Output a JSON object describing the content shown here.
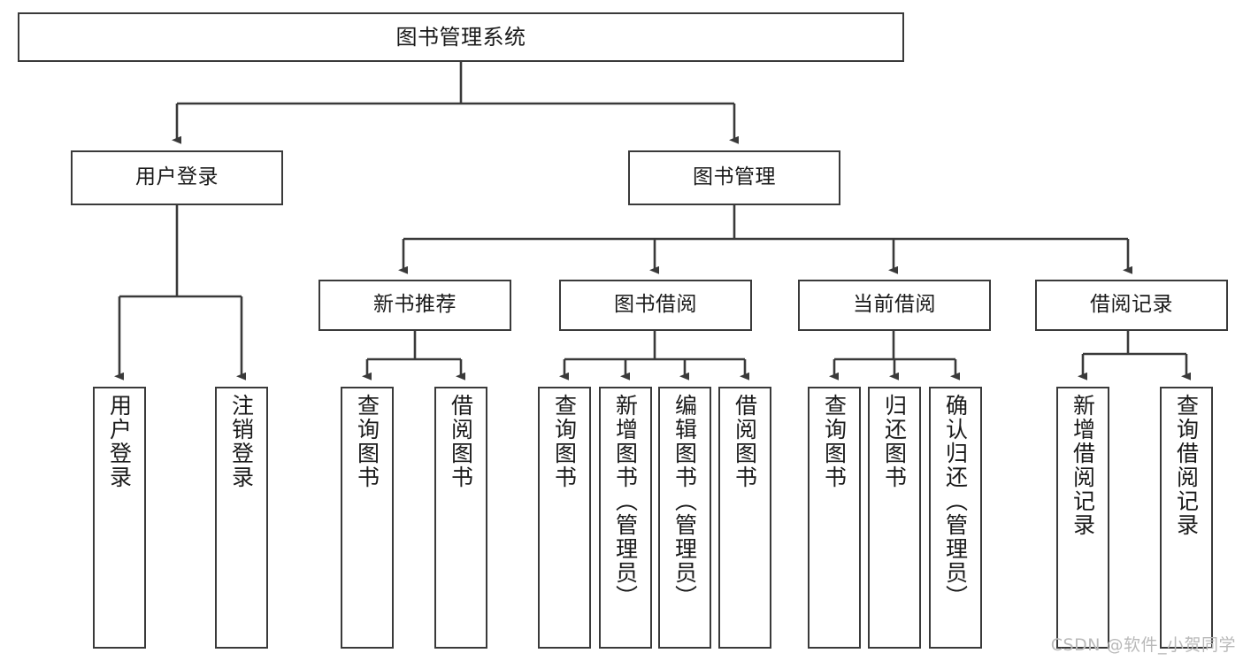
{
  "diagram": {
    "type": "tree-hierarchy",
    "title": "图书管理系统",
    "orientation": "top-down",
    "colors": {
      "box_border": "#3a3a3a",
      "box_fill": "#ffffff",
      "connector": "#3a3a3a",
      "text": "#1a1a1a",
      "watermark": "#b9b9b9"
    },
    "root": {
      "label": "图书管理系统"
    },
    "level2": [
      {
        "id": "user-login",
        "label": "用户登录"
      },
      {
        "id": "book-management",
        "label": "图书管理"
      }
    ],
    "level3": [
      {
        "id": "new-book-recommend",
        "label": "新书推荐"
      },
      {
        "id": "book-borrow",
        "label": "图书借阅"
      },
      {
        "id": "current-borrow",
        "label": "当前借阅"
      },
      {
        "id": "borrow-record",
        "label": "借阅记录"
      }
    ],
    "leaves": {
      "user_login": [
        {
          "id": "leaf-user-login",
          "label": "用户登录"
        },
        {
          "id": "leaf-user-logout",
          "label": "注销登录"
        }
      ],
      "new_book_recommend": [
        {
          "id": "leaf-query-book-1",
          "label": "查询图书"
        },
        {
          "id": "leaf-borrow-book-1",
          "label": "借阅图书"
        }
      ],
      "book_borrow": [
        {
          "id": "leaf-query-book-2",
          "label": "查询图书"
        },
        {
          "id": "leaf-add-book",
          "label": "新增图书（管理员）"
        },
        {
          "id": "leaf-edit-book",
          "label": "编辑图书（管理员）"
        },
        {
          "id": "leaf-borrow-book-2",
          "label": "借阅图书"
        }
      ],
      "current_borrow": [
        {
          "id": "leaf-query-book-3",
          "label": "查询图书"
        },
        {
          "id": "leaf-return-book",
          "label": "归还图书"
        },
        {
          "id": "leaf-confirm-return",
          "label": "确认归还（管理员）"
        }
      ],
      "borrow_record": [
        {
          "id": "leaf-add-record",
          "label": "新增借阅记录"
        },
        {
          "id": "leaf-query-record",
          "label": "查询借阅记录"
        }
      ]
    }
  },
  "watermark": {
    "text": "CSDN @软件_小贺同学"
  }
}
